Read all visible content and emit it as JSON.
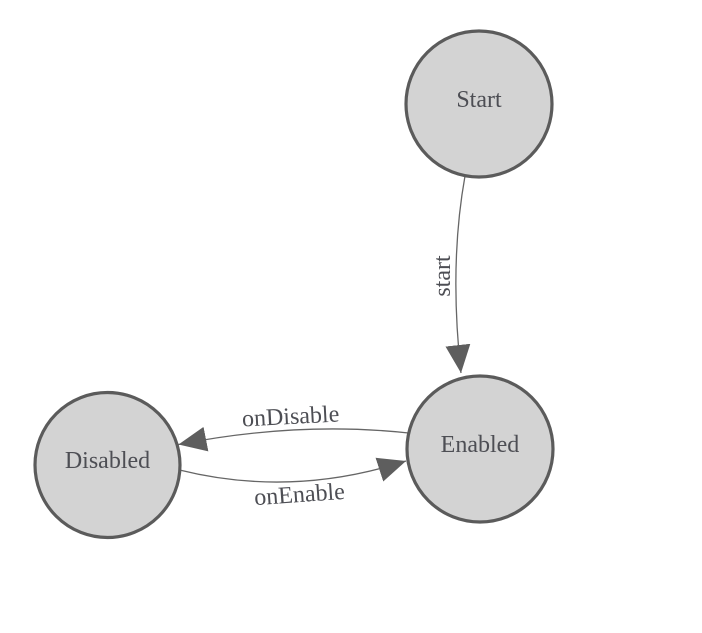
{
  "diagram": {
    "type": "state-machine",
    "background": "#ffffff",
    "nodes": [
      {
        "id": "start",
        "label": "Start"
      },
      {
        "id": "enabled",
        "label": "Enabled"
      },
      {
        "id": "disabled",
        "label": "Disabled"
      }
    ],
    "edges": [
      {
        "id": "start-transition",
        "label": "start",
        "from": "Start",
        "to": "Enabled"
      },
      {
        "id": "on-disable-transition",
        "label": "onDisable",
        "from": "Enabled",
        "to": "Disabled"
      },
      {
        "id": "on-enable-transition",
        "label": "onEnable",
        "from": "Disabled",
        "to": "Enabled"
      }
    ],
    "colors": {
      "background": "#ffffff",
      "node_fill": "#d3d3d3",
      "node_border": "#5b5b5b",
      "edge_line": "#666666",
      "arrow_fill": "#5e5e5e",
      "text": "#4d4e54"
    }
  }
}
